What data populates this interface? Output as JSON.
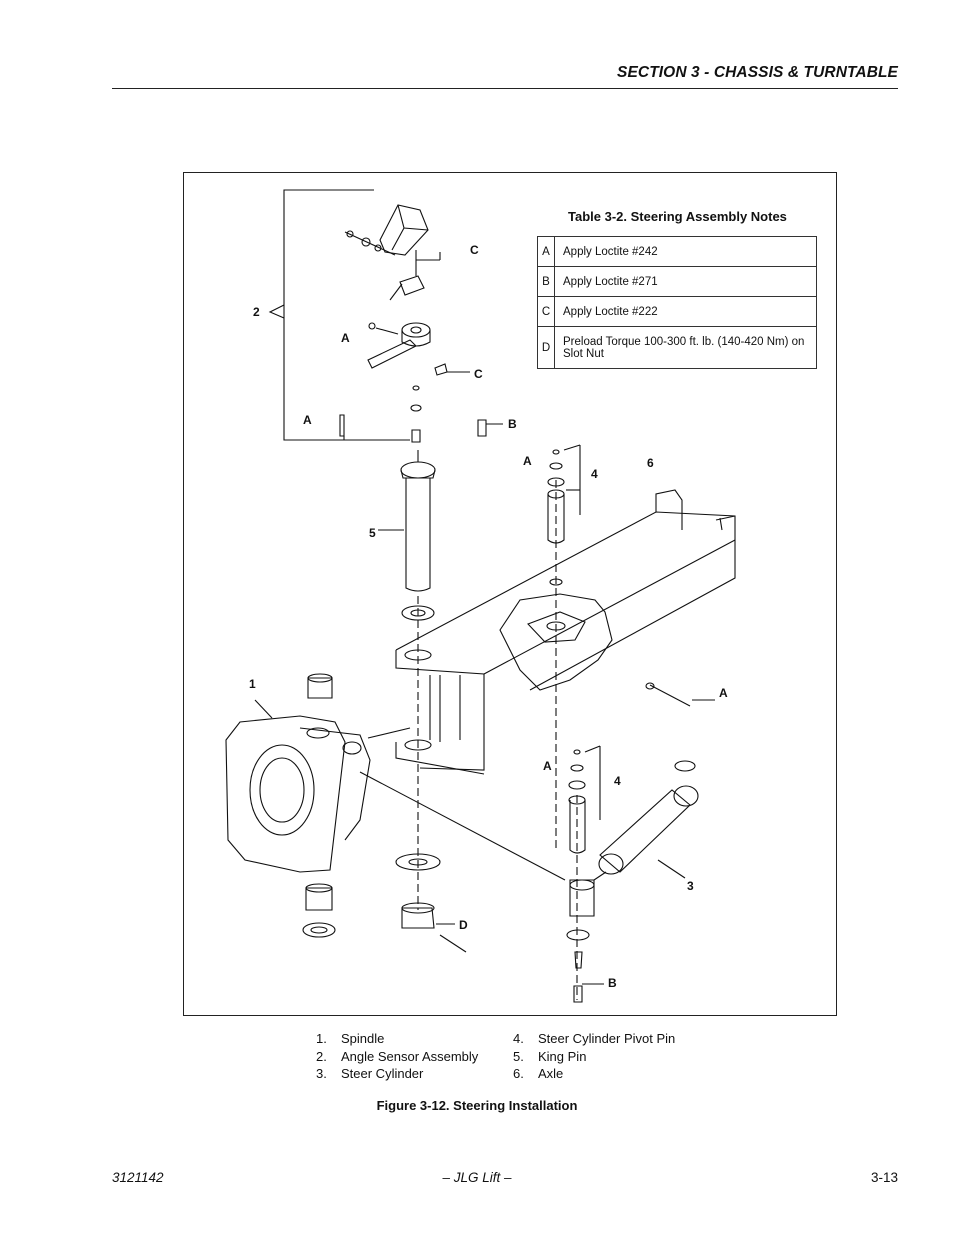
{
  "header": {
    "section_title": "SECTION 3 - CHASSIS & TURNTABLE"
  },
  "notes_table": {
    "title": "Table 3-2. Steering Assembly Notes",
    "rows": [
      {
        "key": "A",
        "note": "Apply Loctite #242"
      },
      {
        "key": "B",
        "note": "Apply Loctite #271"
      },
      {
        "key": "C",
        "note": "Apply Loctite #222"
      },
      {
        "key": "D",
        "note": "Preload Torque 100-300 ft. lb. (140-420 Nm) on Slot Nut"
      }
    ]
  },
  "callouts": {
    "part_1": "1",
    "part_2": "2",
    "part_3": "3",
    "part_4": "4",
    "part_5": "5",
    "part_6": "6",
    "note_a": "A",
    "note_b": "B",
    "note_c": "C",
    "note_d": "D"
  },
  "legend": {
    "left": [
      {
        "num": "1.",
        "label": "Spindle"
      },
      {
        "num": "2.",
        "label": "Angle Sensor Assembly"
      },
      {
        "num": "3.",
        "label": "Steer Cylinder"
      }
    ],
    "right": [
      {
        "num": "4.",
        "label": "Steer Cylinder Pivot Pin"
      },
      {
        "num": "5.",
        "label": "King Pin"
      },
      {
        "num": "6.",
        "label": "Axle"
      }
    ]
  },
  "caption": "Figure 3-12.  Steering Installation",
  "footer": {
    "doc_number": "3121142",
    "center": "– JLG Lift –",
    "page": "3-13"
  }
}
